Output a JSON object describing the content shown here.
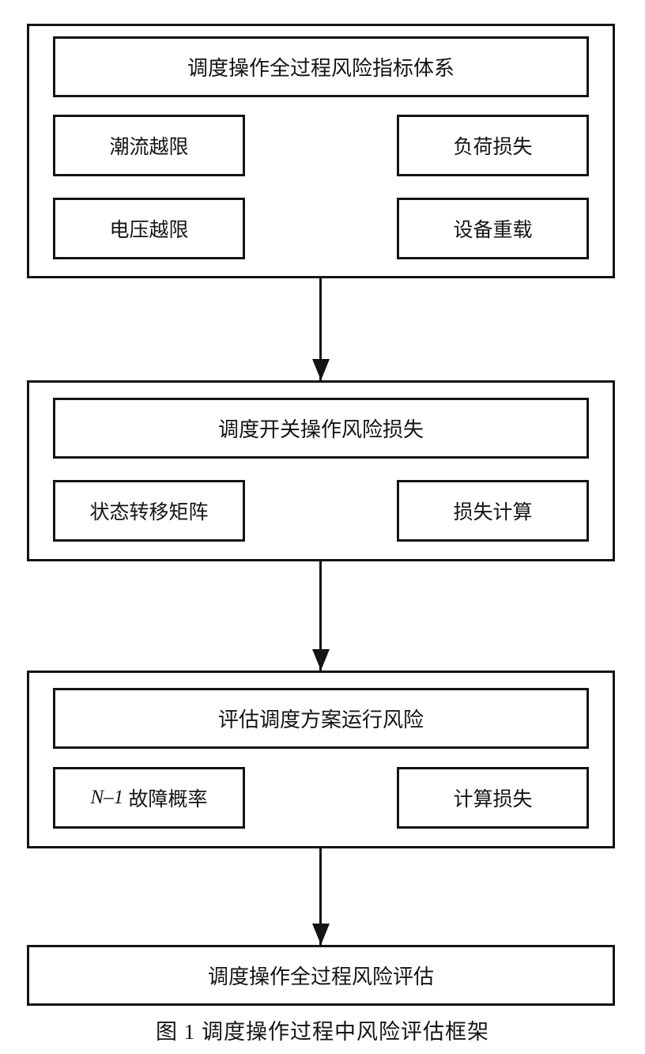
{
  "figure": {
    "caption": "图 1 调度操作过程中风险评估框架",
    "colors": {
      "line": "#141414",
      "text": "#141414",
      "background": "#ffffff"
    },
    "sections": [
      {
        "title": "调度操作全过程风险指标体系",
        "items": [
          {
            "em": "",
            "label": "潮流越限"
          },
          {
            "em": "",
            "label": "负荷损失"
          },
          {
            "em": "",
            "label": "电压越限"
          },
          {
            "em": "",
            "label": "设备重载"
          }
        ]
      },
      {
        "title": "调度开关操作风险损失",
        "items": [
          {
            "em": "",
            "label": "状态转移矩阵"
          },
          {
            "em": "",
            "label": "损失计算"
          }
        ]
      },
      {
        "title": "评估调度方案运行风险",
        "items": [
          {
            "em": "N–1",
            "label": " 故障概率"
          },
          {
            "em": "",
            "label": "计算损失"
          }
        ]
      }
    ],
    "final_box": "调度操作全过程风险评估"
  }
}
